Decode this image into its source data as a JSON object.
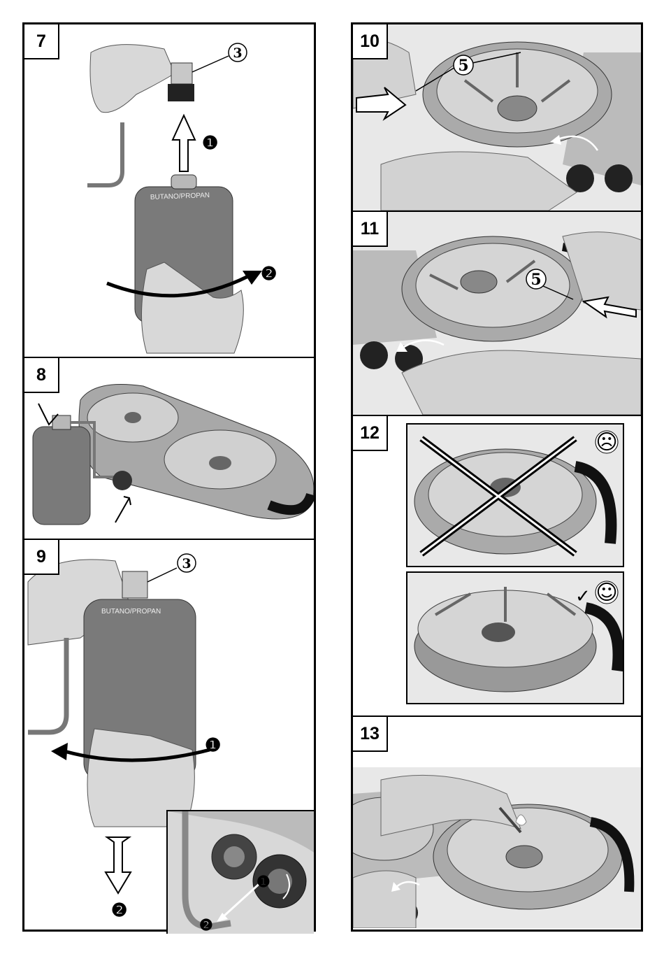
{
  "steps": {
    "s7": {
      "num": "7",
      "callouts": {
        "part": "3",
        "arrow1": "❶",
        "arrow2": "❷"
      },
      "can_label": "BUTANO/PROPAN"
    },
    "s8": {
      "num": "8"
    },
    "s9": {
      "num": "9",
      "callouts": {
        "part": "3",
        "arrow1": "❶",
        "arrow2": "❷",
        "inset1": "❶",
        "inset2": "❷"
      },
      "can_label": "BUTANO/PROPAN"
    },
    "s10": {
      "num": "10",
      "callouts": {
        "part": "5"
      }
    },
    "s11": {
      "num": "11",
      "callouts": {
        "part": "5"
      }
    },
    "s12": {
      "num": "12",
      "wrong_face": "☹",
      "right_check": "✓",
      "right_face": "☺"
    },
    "s13": {
      "num": "13"
    }
  },
  "colors": {
    "border": "#000000",
    "photo_bg": "#e8e8e8",
    "can": "#7a7a7a",
    "metal": "#b8b8b8",
    "dark": "#2a2a2a"
  }
}
